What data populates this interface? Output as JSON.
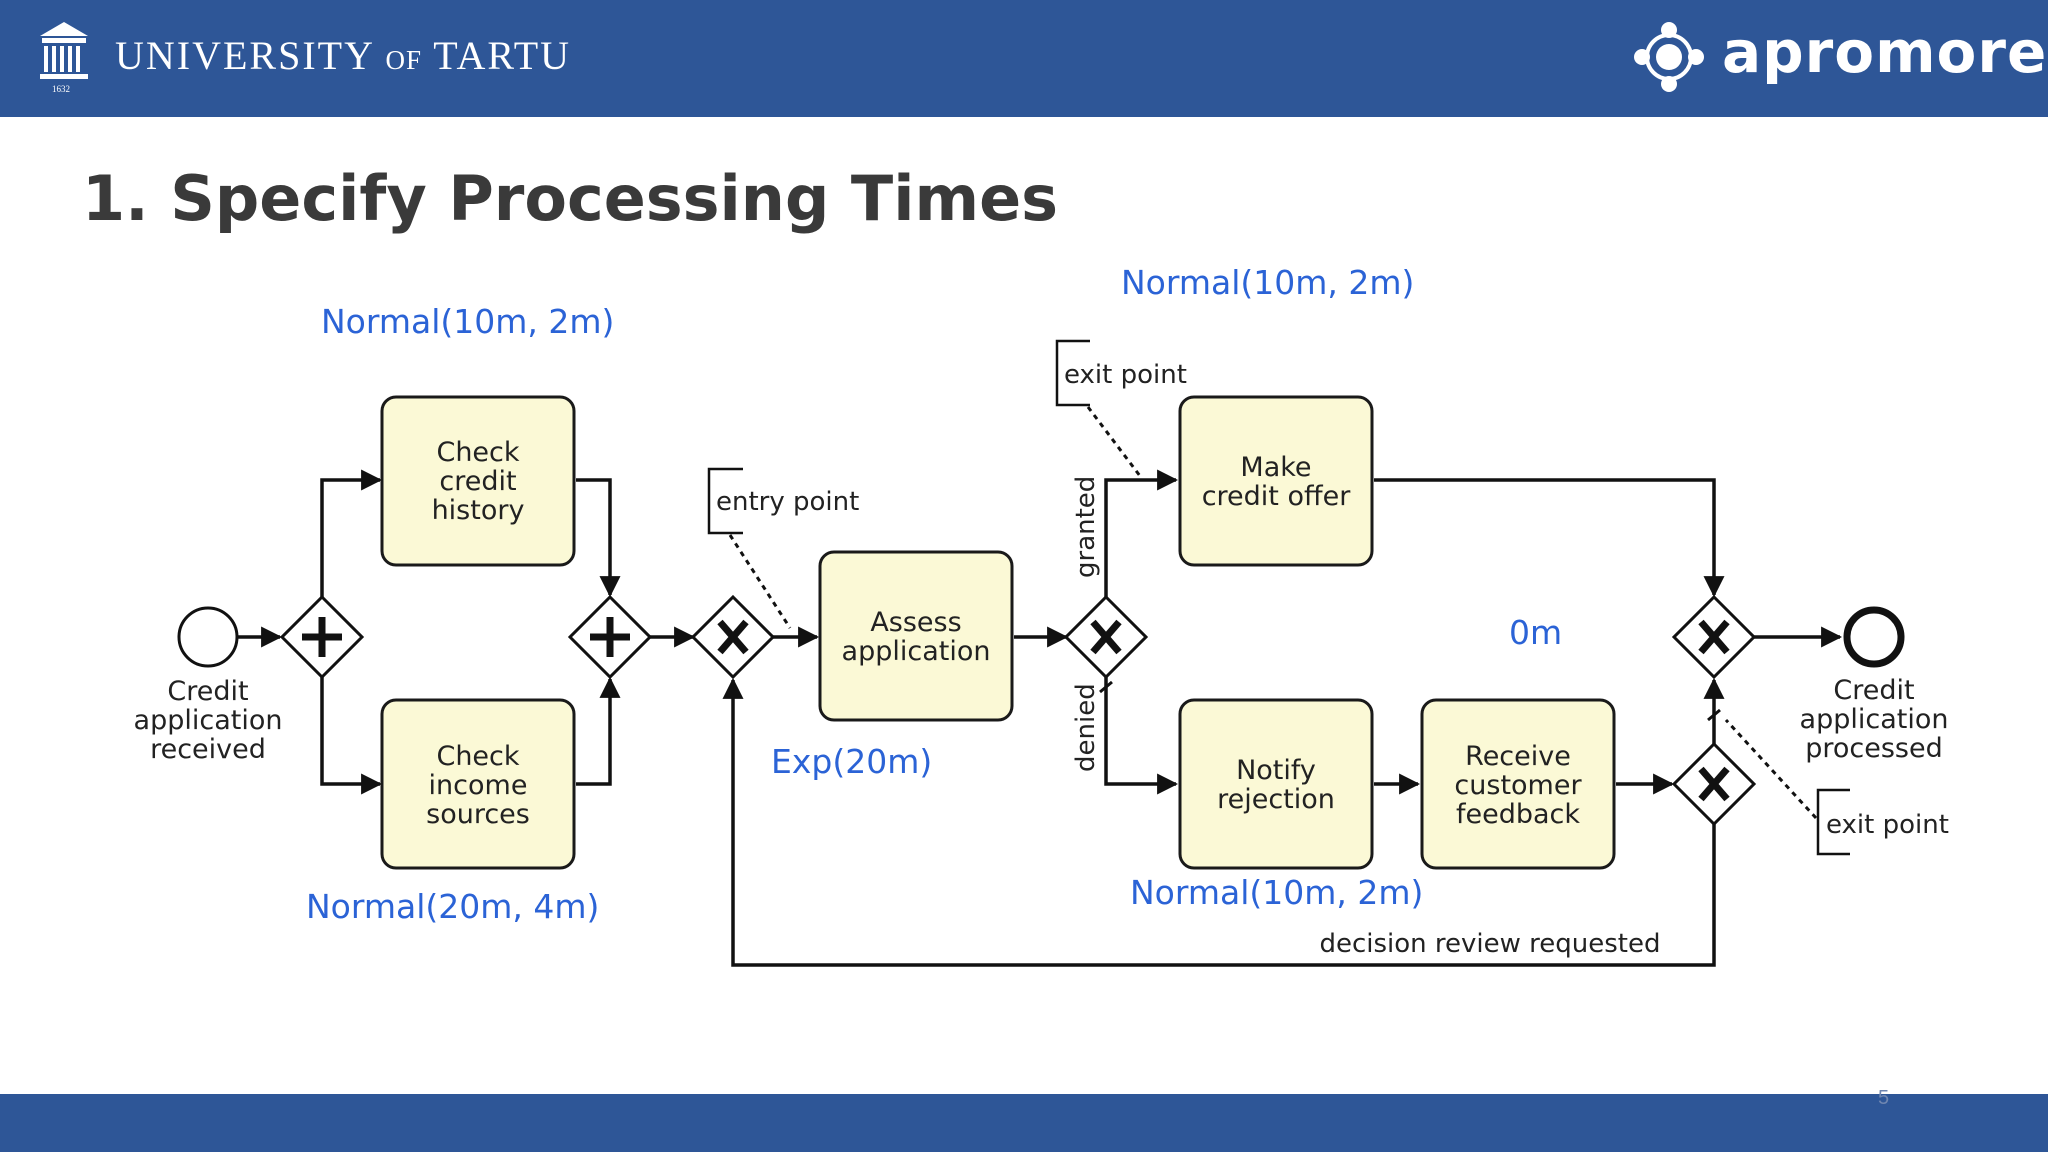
{
  "header": {
    "university_name": "UNIVERSITY",
    "university_of": "OF",
    "university_city": "TARTU",
    "university_year": "1632",
    "brand": "apromore"
  },
  "slide": {
    "title": "1. Specify Processing Times",
    "page_number": "5"
  },
  "diagram": {
    "tasks": {
      "check_credit": [
        "Check",
        "credit",
        "history"
      ],
      "check_income": [
        "Check",
        "income",
        "sources"
      ],
      "assess": [
        "Assess",
        "application"
      ],
      "make_offer": [
        "Make",
        "credit offer"
      ],
      "notify": [
        "Notify",
        "rejection"
      ],
      "receive": [
        "Receive",
        "customer",
        "feedback"
      ]
    },
    "events": {
      "start": [
        "Credit",
        "application",
        "received"
      ],
      "end": [
        "Credit",
        "application",
        "processed"
      ]
    },
    "annotations": {
      "entry_point": "entry point",
      "exit_point_top": "exit point",
      "exit_point_bottom": "exit point"
    },
    "flow_labels": {
      "granted": "granted",
      "denied": "denied",
      "review": "decision review requested"
    },
    "times": {
      "check_credit": "Normal(10m, 2m)",
      "check_income": "Normal(20m, 4m)",
      "assess": "Exp(20m)",
      "make_offer": "Normal(10m, 2m)",
      "notify": "Normal(10m, 2m)",
      "receive": "0m"
    }
  }
}
